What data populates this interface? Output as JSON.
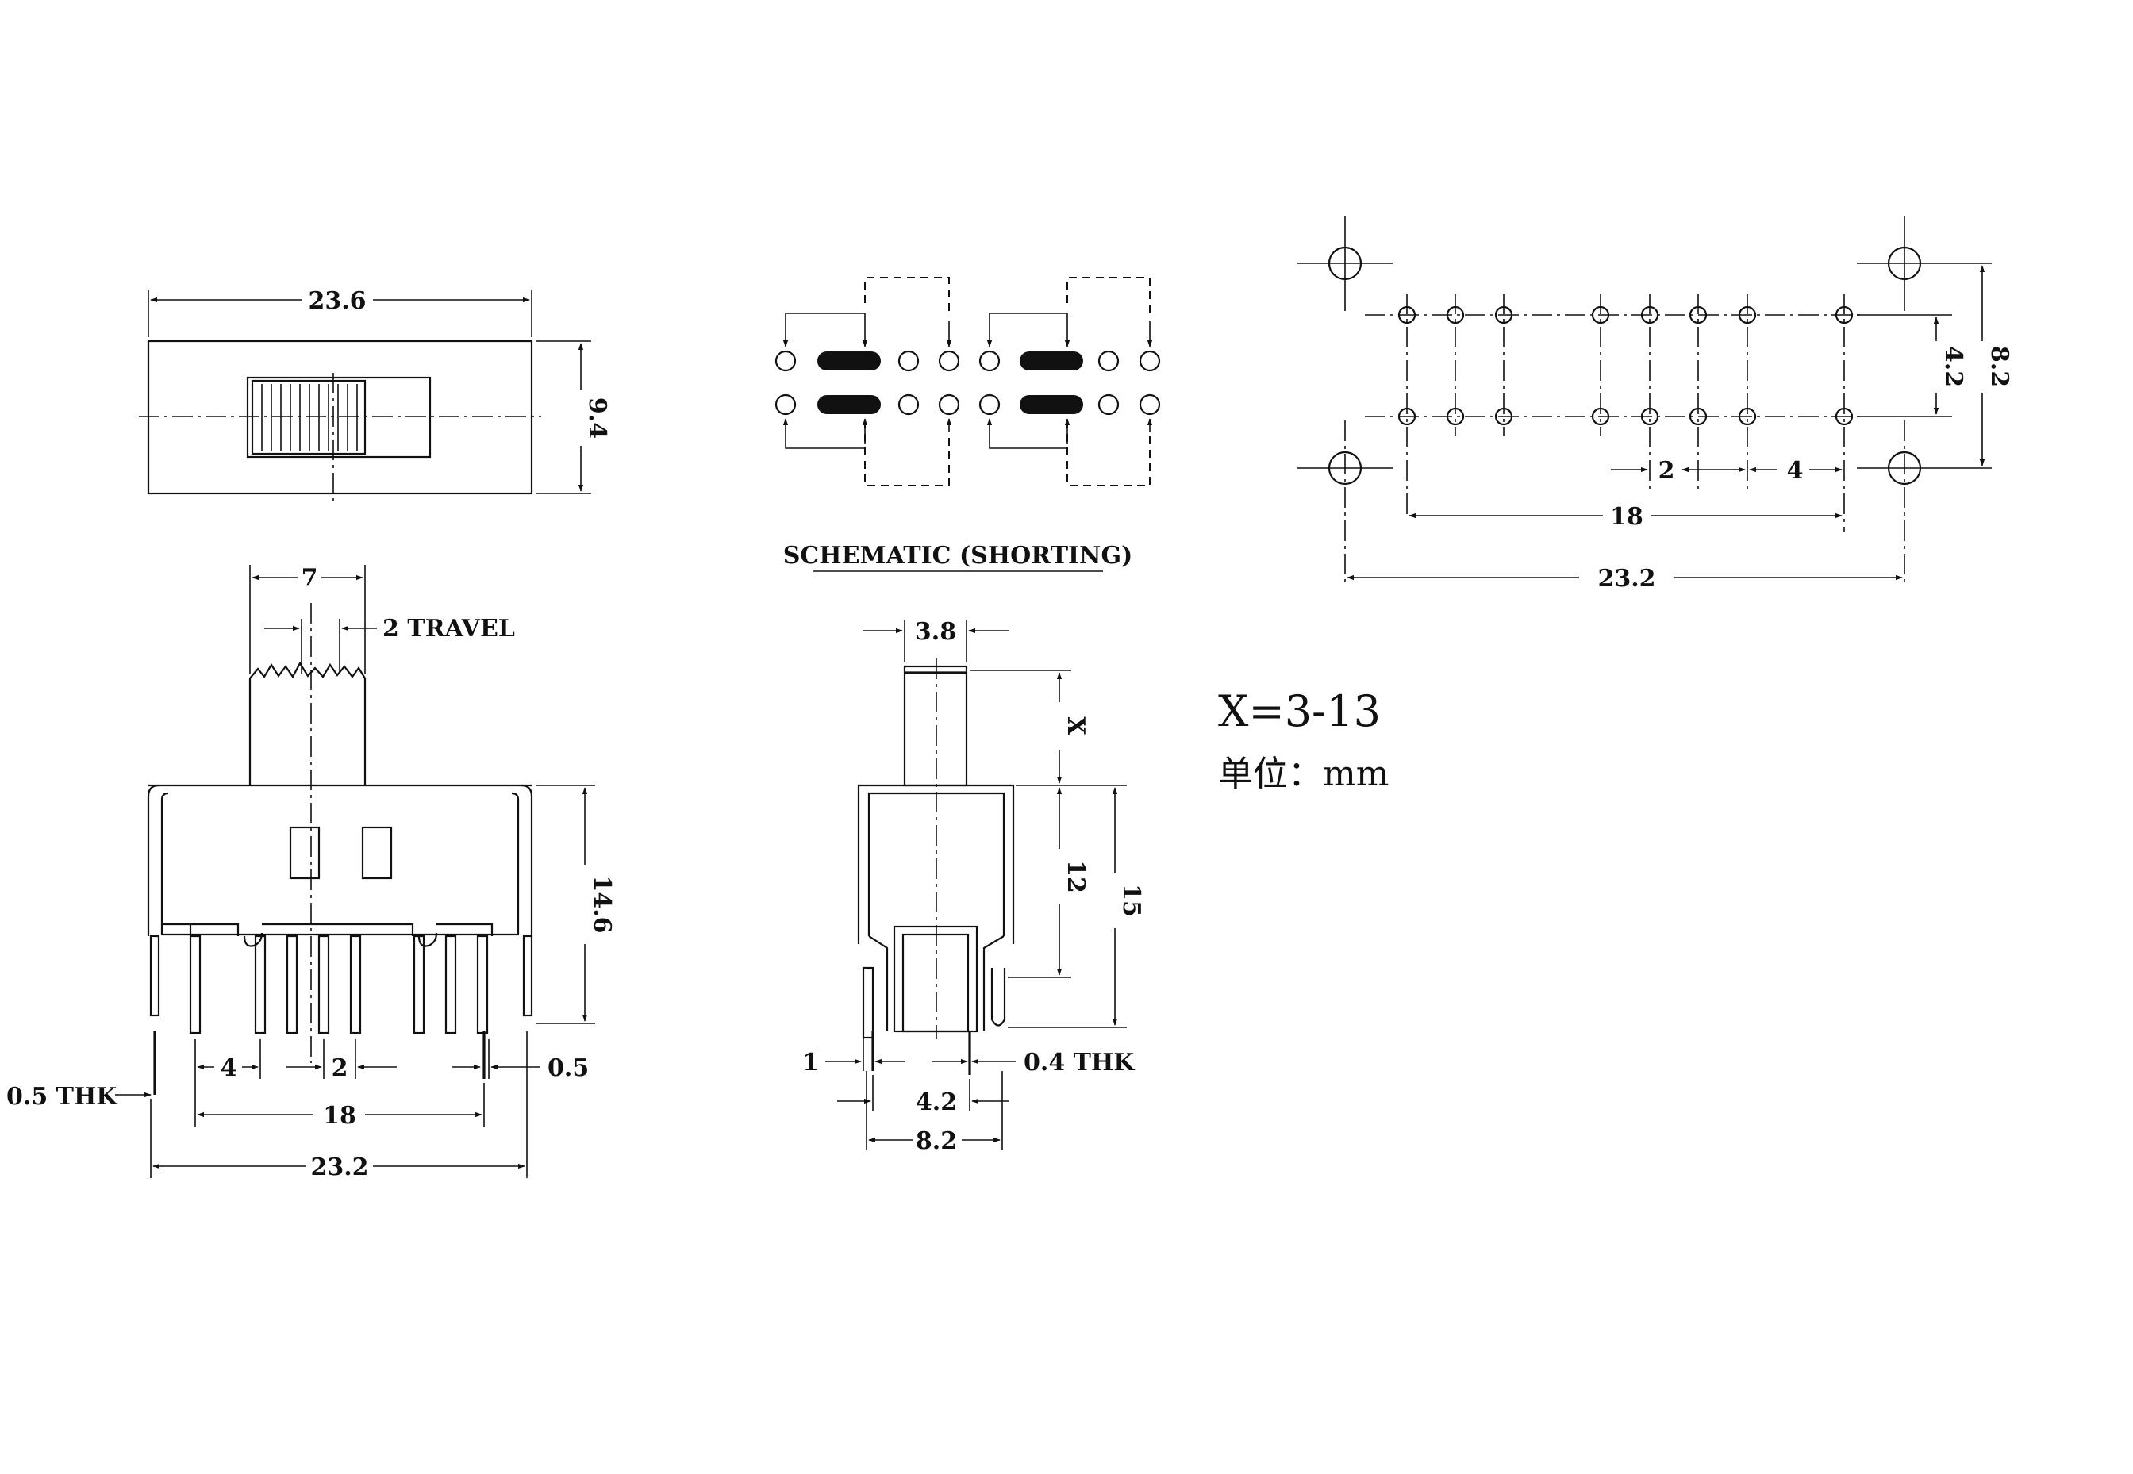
{
  "views": {
    "top": {
      "width": "23.6",
      "height": "9.4"
    },
    "front": {
      "actuator_width": "7",
      "travel": "2 TRAVEL",
      "body_height": "14.6",
      "pitch_a": "4",
      "pitch_b": "2",
      "row_span": "18",
      "overall": "23.2",
      "thk_left": "0.5 THK",
      "thk_right": "0.5"
    },
    "schematic": {
      "title": "SCHEMATIC (SHORTING)"
    },
    "side": {
      "actuator_width": "3.8",
      "x_dim": "X",
      "height_12": "12",
      "height_15": "15",
      "pin_1": "1",
      "pin_thk": "0.4 THK",
      "spacing_42": "4.2",
      "spacing_82": "8.2"
    },
    "pcb": {
      "row_gap": "4.2",
      "mount_gap": "8.2",
      "pitch_2": "2",
      "pitch_4": "4",
      "span_18": "18",
      "span_232": "23.2"
    }
  },
  "notes": {
    "x_range": "X=3-13",
    "unit": "单位：mm"
  }
}
